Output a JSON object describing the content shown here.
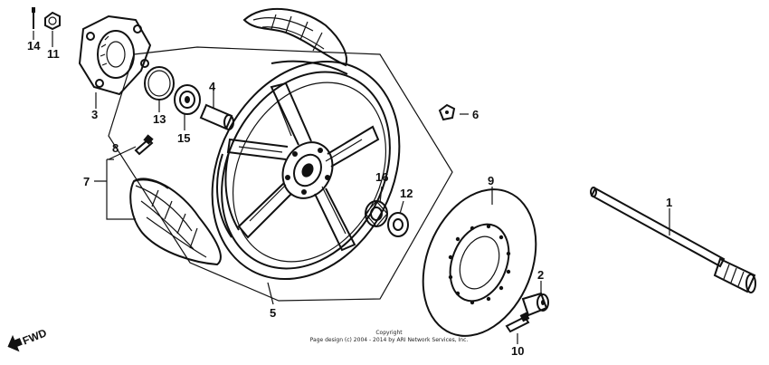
{
  "callouts": {
    "c1": "1",
    "c2": "2",
    "c3": "3",
    "c4": "4",
    "c5": "5",
    "c6": "6",
    "c7": "7",
    "c8": "8",
    "c9": "9",
    "c10": "10",
    "c11": "11",
    "c12": "12",
    "c13": "13",
    "c14": "14",
    "c15": "15",
    "c16": "16"
  },
  "fwd_label": "FWD",
  "copyright": {
    "line1": "Copyright",
    "line2": "Page design (c) 2004 - 2014 by ARI Network Services, Inc."
  }
}
